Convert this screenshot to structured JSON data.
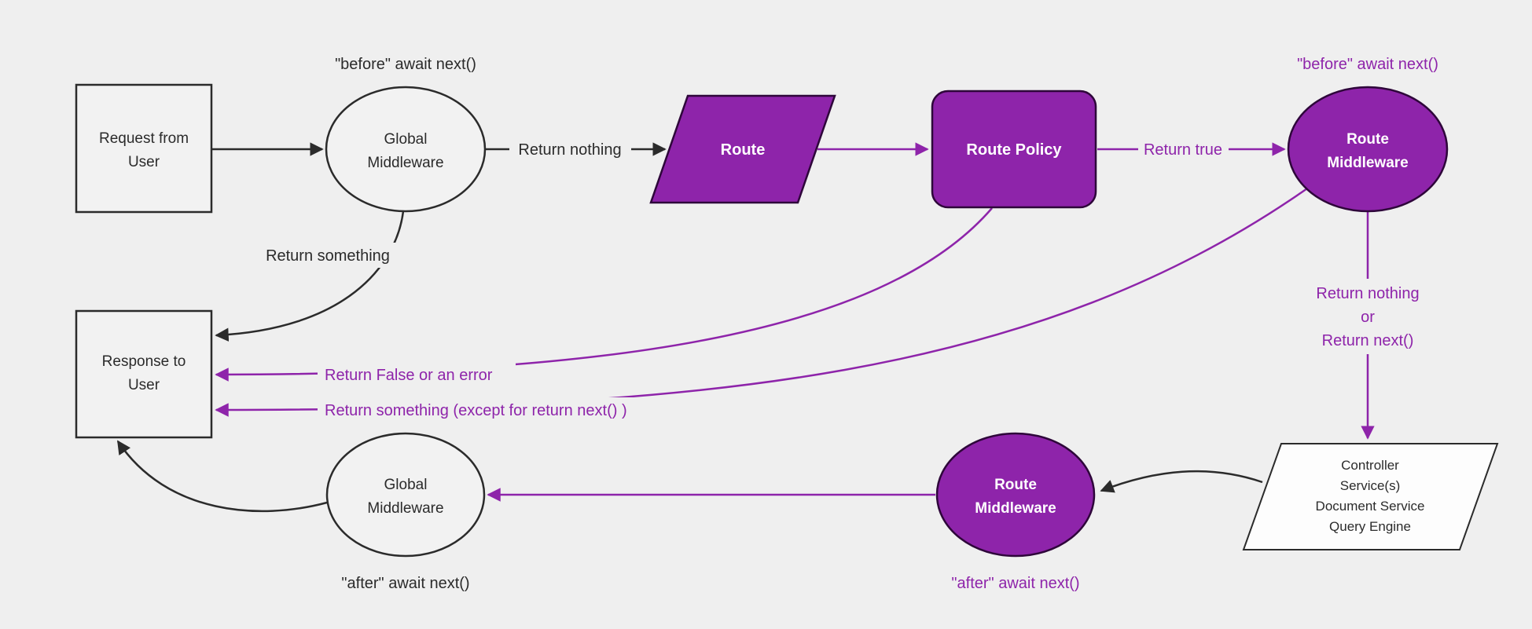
{
  "colors": {
    "background": "#efefef",
    "purple": "#8e24aa",
    "purple_dark_stroke": "#2e063a",
    "ink": "#2b2b2b",
    "node_light_fill": "#f2f2f2",
    "node_white_fill": "#fdfdfd",
    "node_text_white": "#ffffff"
  },
  "nodes": {
    "request_from_user": {
      "line1": "Request from",
      "line2": "User"
    },
    "global_middleware_top": {
      "line1": "Global",
      "line2": "Middleware"
    },
    "route": {
      "label": "Route"
    },
    "route_policy": {
      "label": "Route Policy"
    },
    "route_middleware_top": {
      "line1": "Route",
      "line2": "Middleware"
    },
    "controller_box": {
      "line1": "Controller",
      "line2": "Service(s)",
      "line3": "Document Service",
      "line4": "Query Engine"
    },
    "route_middleware_bottom": {
      "line1": "Route",
      "line2": "Middleware"
    },
    "global_middleware_bottom": {
      "line1": "Global",
      "line2": "Middleware"
    },
    "response_to_user": {
      "line1": "Response to",
      "line2": "User"
    }
  },
  "edge_labels": {
    "before_await_global": "\"before\" await next()",
    "return_nothing": "Return nothing",
    "return_true": "Return true",
    "before_await_route": "\"before\" await next()",
    "return_something": "Return something",
    "return_branch_line1": "Return nothing",
    "return_branch_line2": "or",
    "return_branch_line3": "Return next()",
    "return_false_or_error": "Return False or an error",
    "return_something_except": "Return something (except for return next() )",
    "after_await_route": "\"after\" await next()",
    "after_await_global": "\"after\" await next()"
  }
}
